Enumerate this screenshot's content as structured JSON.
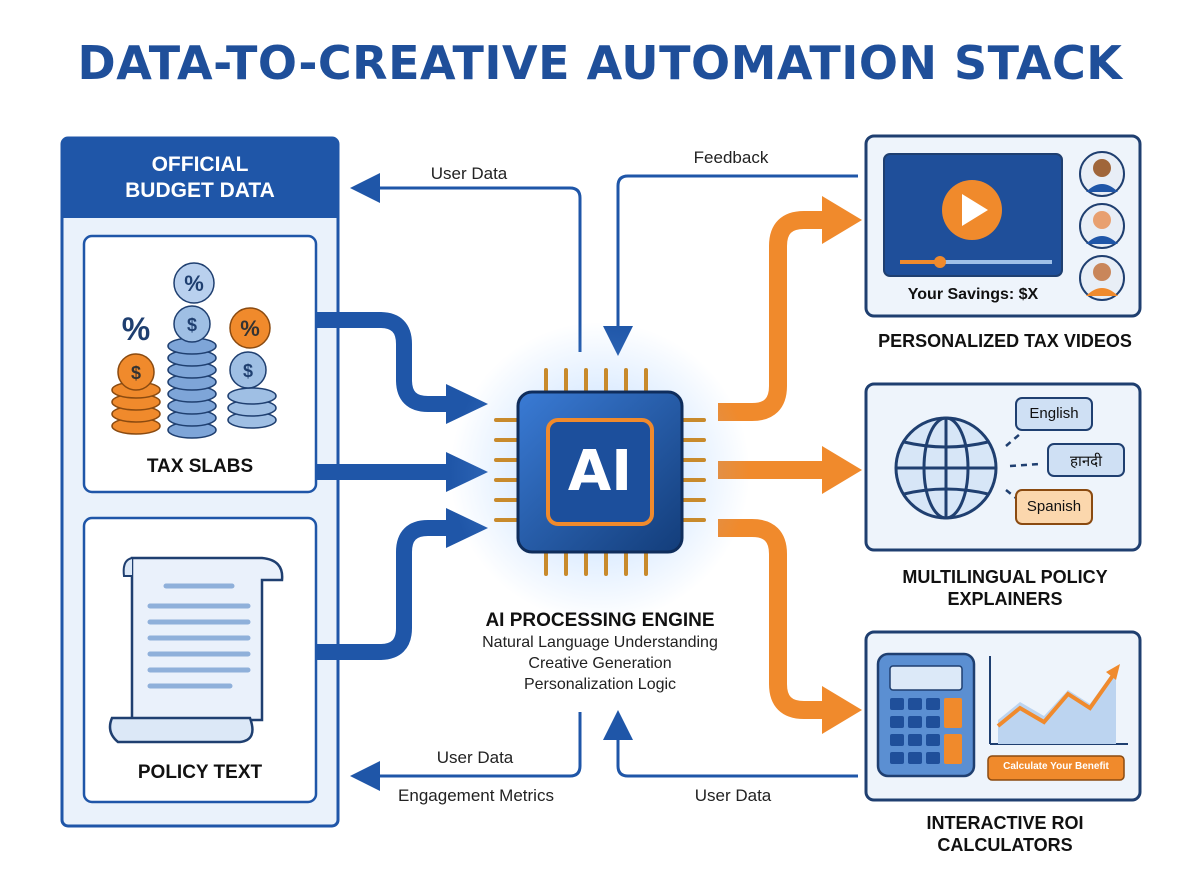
{
  "title": "DATA-TO-CREATIVE AUTOMATION STACK",
  "left_panel": {
    "header": "OFFICIAL\nBUDGET DATA",
    "box1_label": "TAX SLABS",
    "box2_label": "POLICY TEXT"
  },
  "engine": {
    "chip_text": "AI",
    "title": "AI PROCESSING ENGINE",
    "lines": [
      "Natural Language Understanding",
      "Creative Generation",
      "Personalization Logic"
    ]
  },
  "flows": {
    "top_left": "User Data",
    "top_right": "Feedback",
    "bottom_left_1": "User Data",
    "bottom_left_2": "Engagement Metrics",
    "bottom_right": "User Data"
  },
  "outputs": {
    "video_caption": "Your Savings: $X",
    "video_label": "PERSONALIZED TAX VIDEOS",
    "lang_1": "English",
    "lang_2": "हानदी",
    "lang_3": "Spanish",
    "lang_label": "MULTILINGUAL POLICY\nEXPLAINERS",
    "calc_button": "Calculate Your Benefit",
    "calc_label": "INTERACTIVE ROI\nCALCULATORS"
  },
  "colors": {
    "primary_blue": "#1f56a8",
    "accent_orange": "#f08a2c",
    "light_blue": "#e6eff9"
  }
}
